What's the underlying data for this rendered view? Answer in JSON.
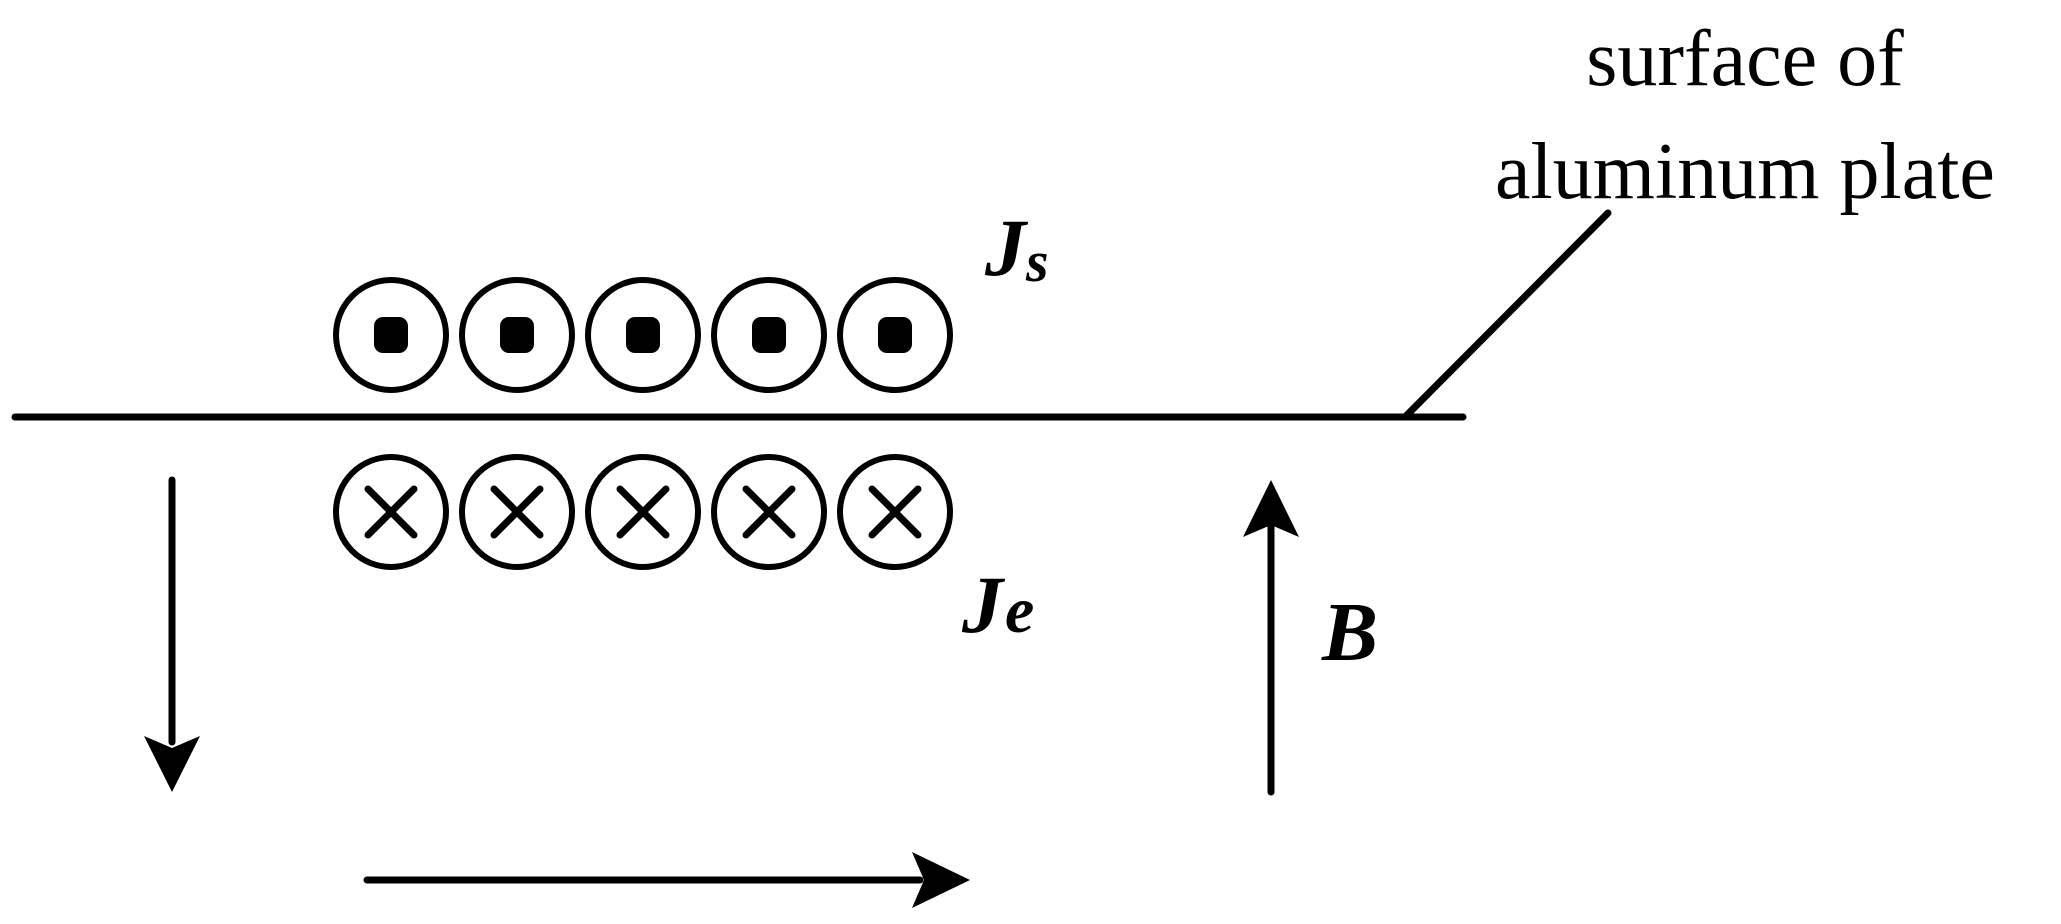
{
  "labels": {
    "surface_line1": "surface of",
    "surface_line2": "aluminum plate",
    "js_main": "J",
    "js_sub": "s",
    "je_main": "J",
    "je_sub": "e",
    "b_field": "B"
  },
  "current_markers": {
    "outward_dots": [
      "dot",
      "dot",
      "dot",
      "dot",
      "dot"
    ],
    "inward_crosses": [
      "cross",
      "cross",
      "cross",
      "cross",
      "cross"
    ]
  },
  "colors": {
    "stroke": "#000000",
    "background": "#ffffff"
  }
}
